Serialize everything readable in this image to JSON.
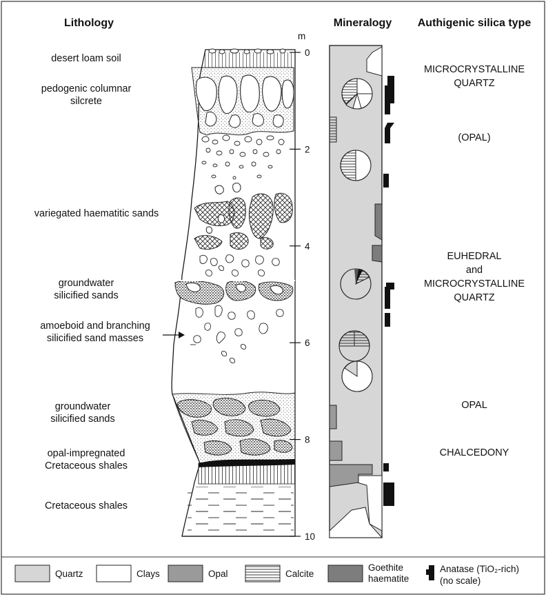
{
  "headers": {
    "lithology": "Lithology",
    "mineralogy": "Mineralogy",
    "silica": "Authigenic silica type"
  },
  "depth_axis": {
    "unit": "m",
    "ticks": [
      "0",
      "2",
      "4",
      "6",
      "8",
      "10"
    ]
  },
  "lithology_labels": [
    [
      "desert loam soil"
    ],
    [
      "pedogenic columnar",
      "silcrete"
    ],
    [
      "variegated haematitic sands"
    ],
    [
      "groundwater",
      "silicified sands"
    ],
    [
      "amoeboid and branching",
      "silicified sand masses"
    ],
    [
      "groundwater",
      "silicified sands"
    ],
    [
      "opal-impregnated",
      "Cretaceous shales"
    ],
    [
      "Cretaceous shales"
    ]
  ],
  "silica_labels": [
    [
      "MICROCRYSTALLINE",
      "QUARTZ"
    ],
    [
      "(OPAL)"
    ],
    [
      "EUHEDRAL",
      "and",
      "MICROCRYSTALLINE",
      "QUARTZ"
    ],
    [
      "OPAL"
    ],
    [
      "CHALCEDONY"
    ]
  ],
  "legend": [
    {
      "label": [
        "Quartz"
      ],
      "fill": "quartz"
    },
    {
      "label": [
        "Clays"
      ],
      "fill": "clays"
    },
    {
      "label": [
        "Opal"
      ],
      "fill": "opal"
    },
    {
      "label": [
        "Calcite"
      ],
      "fill": "calcite"
    },
    {
      "label": [
        "Goethite",
        "haematite"
      ],
      "fill": "goethite"
    },
    {
      "label": [
        "Anatase (TiO₂-rich)",
        "(no scale)"
      ],
      "fill": "anatase"
    }
  ],
  "colors": {
    "quartz": "#d6d6d6",
    "clays": "#ffffff",
    "opal": "#9a9a9a",
    "goethite": "#7d7d7d",
    "anatase": "#111111",
    "line": "#1a1a1a"
  }
}
